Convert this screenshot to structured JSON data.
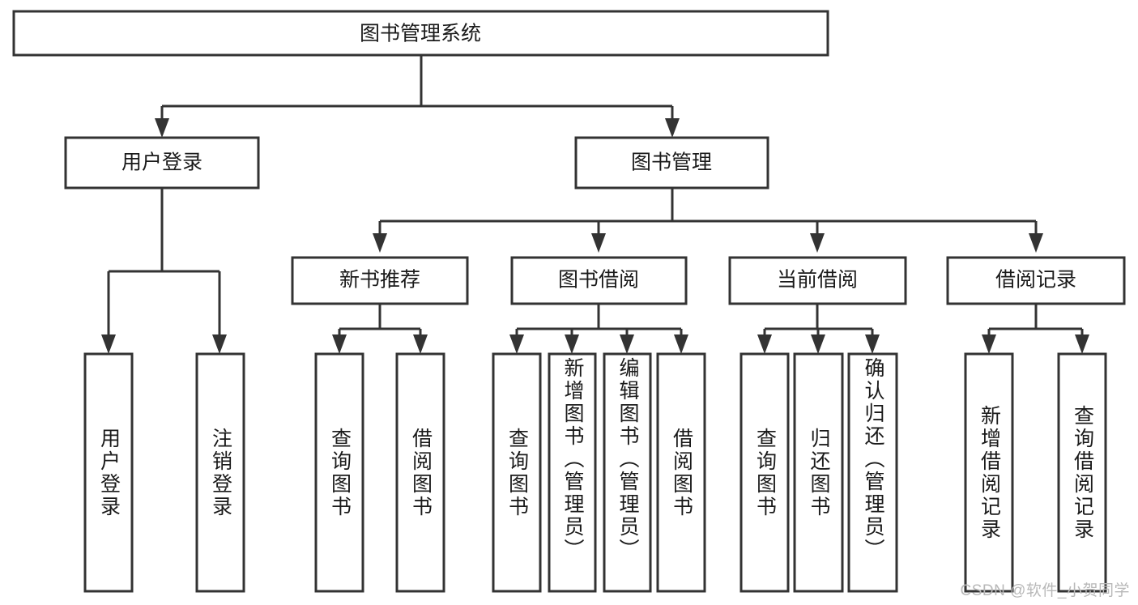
{
  "diagram": {
    "title": "图书管理系统",
    "type": "hierarchy-tree",
    "colors": {
      "node_fill": "#ffffff",
      "node_stroke": "#333333",
      "text": "#1a1a1a",
      "watermark": "#b8b8b8",
      "background": "#ffffff"
    },
    "root": {
      "label": "图书管理系统"
    },
    "level2": [
      {
        "label": "用户登录"
      },
      {
        "label": "图书管理"
      }
    ],
    "level3": [
      {
        "label": "新书推荐"
      },
      {
        "label": "图书借阅"
      },
      {
        "label": "当前借阅"
      },
      {
        "label": "借阅记录"
      }
    ],
    "leaves": {
      "user_login": [
        {
          "label": "用户登录"
        },
        {
          "label": "注销登录"
        }
      ],
      "new_book_recommend": [
        {
          "label": "查询图书"
        },
        {
          "label": "借阅图书"
        }
      ],
      "book_borrow": [
        {
          "label": "查询图书"
        },
        {
          "label": "新增图书（管理员）"
        },
        {
          "label": "编辑图书（管理员）"
        },
        {
          "label": "借阅图书"
        }
      ],
      "current_borrow": [
        {
          "label": "查询图书"
        },
        {
          "label": "归还图书"
        },
        {
          "label": "确认归还（管理员）"
        }
      ],
      "borrow_record": [
        {
          "label": "新增借阅记录"
        },
        {
          "label": "查询借阅记录"
        }
      ]
    }
  },
  "watermark": {
    "text": "CSDN @软件_小贺同学"
  }
}
